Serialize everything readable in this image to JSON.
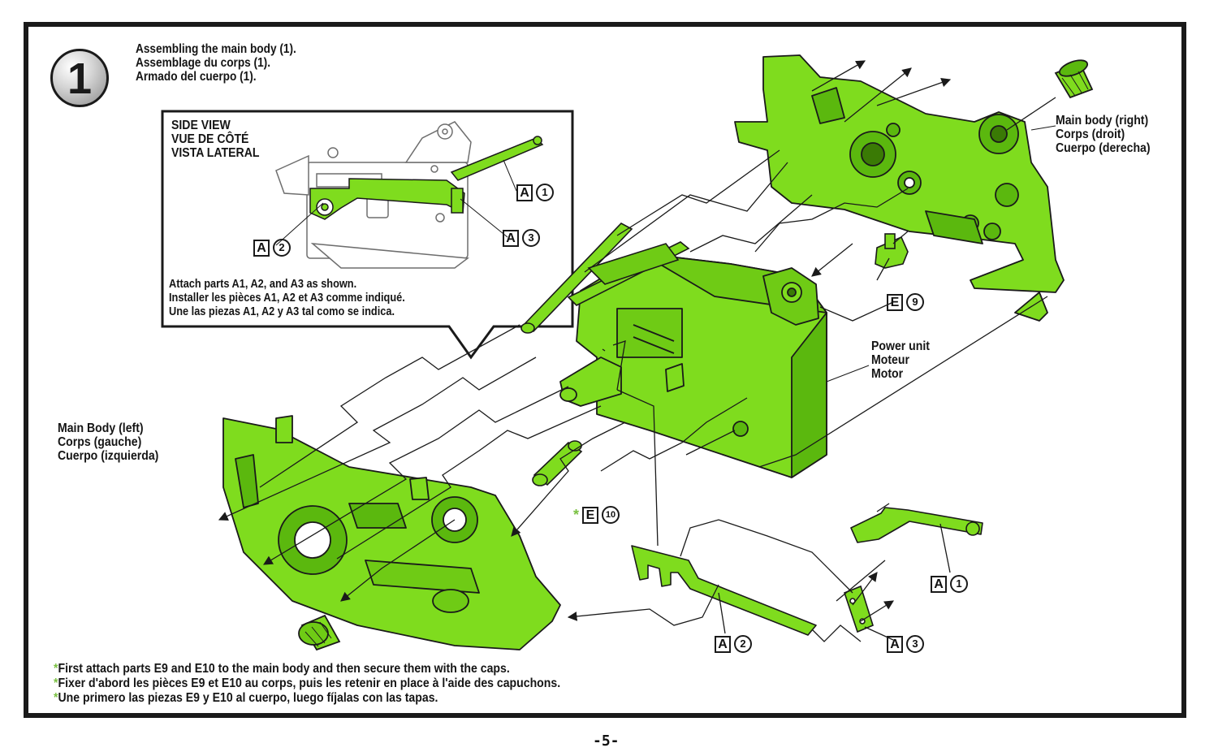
{
  "step": {
    "number": "1"
  },
  "title": {
    "en": "Assembling the main body (1).",
    "fr": "Assemblage du corps (1).",
    "es": "Armado del cuerpo (1)."
  },
  "side_view": {
    "title_en": "SIDE VIEW",
    "title_fr": "VUE DE CÔTÉ",
    "title_es": "VISTA LATERAL",
    "caption_en": "Attach parts A1, A2, and A3 as shown.",
    "caption_fr": "Installer les pièces A1, A2 et A3 comme indiqué.",
    "caption_es": "Une las piezas A1, A2 y A3 tal como se indica."
  },
  "labels": {
    "main_body_right": {
      "en": "Main body (right)",
      "fr": "Corps (droit)",
      "es": "Cuerpo (derecha)"
    },
    "main_body_left": {
      "en": "Main Body (left)",
      "fr": "Corps (gauche)",
      "es": "Cuerpo (izquierda)"
    },
    "power_unit": {
      "en": "Power unit",
      "fr": "Moteur",
      "es": "Motor"
    }
  },
  "parts": {
    "sv_a1": {
      "letter": "A",
      "num": "1"
    },
    "sv_a2": {
      "letter": "A",
      "num": "2"
    },
    "sv_a3": {
      "letter": "A",
      "num": "3"
    },
    "e9": {
      "letter": "E",
      "num": "9"
    },
    "e10": {
      "letter": "E",
      "num": "10",
      "star": "*"
    },
    "a1": {
      "letter": "A",
      "num": "1"
    },
    "a2": {
      "letter": "A",
      "num": "2"
    },
    "a3": {
      "letter": "A",
      "num": "3"
    }
  },
  "notes": {
    "star": "*",
    "en": "First attach parts E9 and E10 to the main body and then secure them with the caps.",
    "fr": "Fixer d'abord les pièces E9 et E10 au corps, puis les retenir en place à l'aide des capuchons.",
    "es": "Une primero las piezas E9 y E10 al cuerpo, luego fíjalas con las tapas."
  },
  "page_number": "-5-",
  "colors": {
    "part_green": "#7fdc1e",
    "outline": "#1a1a1a",
    "accent_star": "#7ac142"
  }
}
